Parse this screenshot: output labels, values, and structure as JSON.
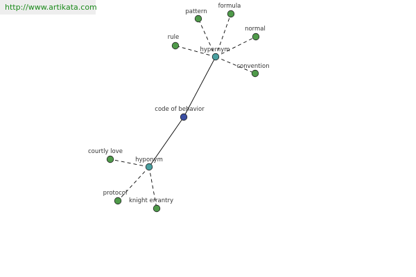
{
  "banner": {
    "url": "http://www.artikata.com"
  },
  "colors": {
    "leaf": "#4f9a4a",
    "hub": "#4aa0a0",
    "center": "#3b4fa3"
  },
  "graph": {
    "nodes": [
      {
        "id": "center",
        "label": "code of behavior",
        "kind": "center"
      },
      {
        "id": "hypernym",
        "label": "hypernym",
        "kind": "hub"
      },
      {
        "id": "hyponym",
        "label": "hyponym",
        "kind": "hub"
      },
      {
        "id": "pattern",
        "label": "pattern",
        "kind": "leaf"
      },
      {
        "id": "formula",
        "label": "formula",
        "kind": "leaf"
      },
      {
        "id": "normal",
        "label": "normal",
        "kind": "leaf"
      },
      {
        "id": "rule",
        "label": "rule",
        "kind": "leaf"
      },
      {
        "id": "convention",
        "label": "convention",
        "kind": "leaf"
      },
      {
        "id": "courtly-love",
        "label": "courtly love",
        "kind": "leaf"
      },
      {
        "id": "protocol",
        "label": "protocol",
        "kind": "leaf"
      },
      {
        "id": "knight-errantry",
        "label": "knight errantry",
        "kind": "leaf"
      }
    ],
    "edges": [
      {
        "from": "center",
        "to": "hypernym",
        "style": "solid"
      },
      {
        "from": "center",
        "to": "hyponym",
        "style": "solid"
      },
      {
        "from": "hypernym",
        "to": "pattern",
        "style": "dashed"
      },
      {
        "from": "hypernym",
        "to": "formula",
        "style": "dashed"
      },
      {
        "from": "hypernym",
        "to": "normal",
        "style": "dashed"
      },
      {
        "from": "hypernym",
        "to": "rule",
        "style": "dashed"
      },
      {
        "from": "hypernym",
        "to": "convention",
        "style": "dashed"
      },
      {
        "from": "hyponym",
        "to": "courtly-love",
        "style": "dashed"
      },
      {
        "from": "hyponym",
        "to": "protocol",
        "style": "dashed"
      },
      {
        "from": "hyponym",
        "to": "knight-errantry",
        "style": "dashed"
      }
    ]
  }
}
